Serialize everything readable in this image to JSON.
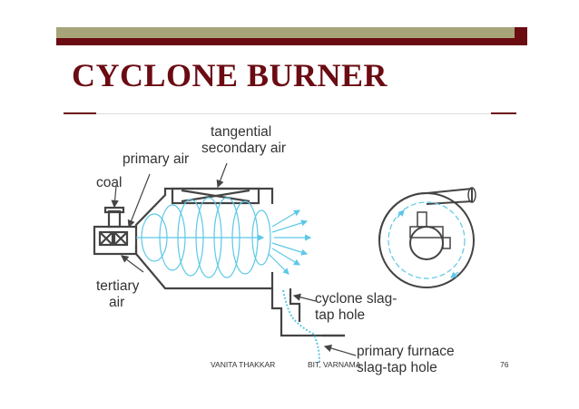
{
  "slide": {
    "title": "CYCLONE BURNER",
    "colors": {
      "title": "#6b0b12",
      "bar_top": "#a8a47a",
      "bar_bottom": "#6b0b12",
      "flow": "#5cc8e6",
      "outline": "#444444"
    }
  },
  "diagram": {
    "labels": {
      "tangential_line1": "tangential",
      "tangential_line2": "secondary air",
      "primary_air": "primary air",
      "coal": "coal",
      "tertiary_line1": "tertiary",
      "tertiary_line2": "air",
      "slag_line1": "cyclone slag-",
      "slag_line2": "tap hole",
      "furnace_line1": "primary furnace",
      "furnace_line2": "slag-tap hole"
    }
  },
  "footer": {
    "author": "VANITA THAKKAR",
    "institute": "BIT, VARNAMA",
    "page_number": "76"
  }
}
